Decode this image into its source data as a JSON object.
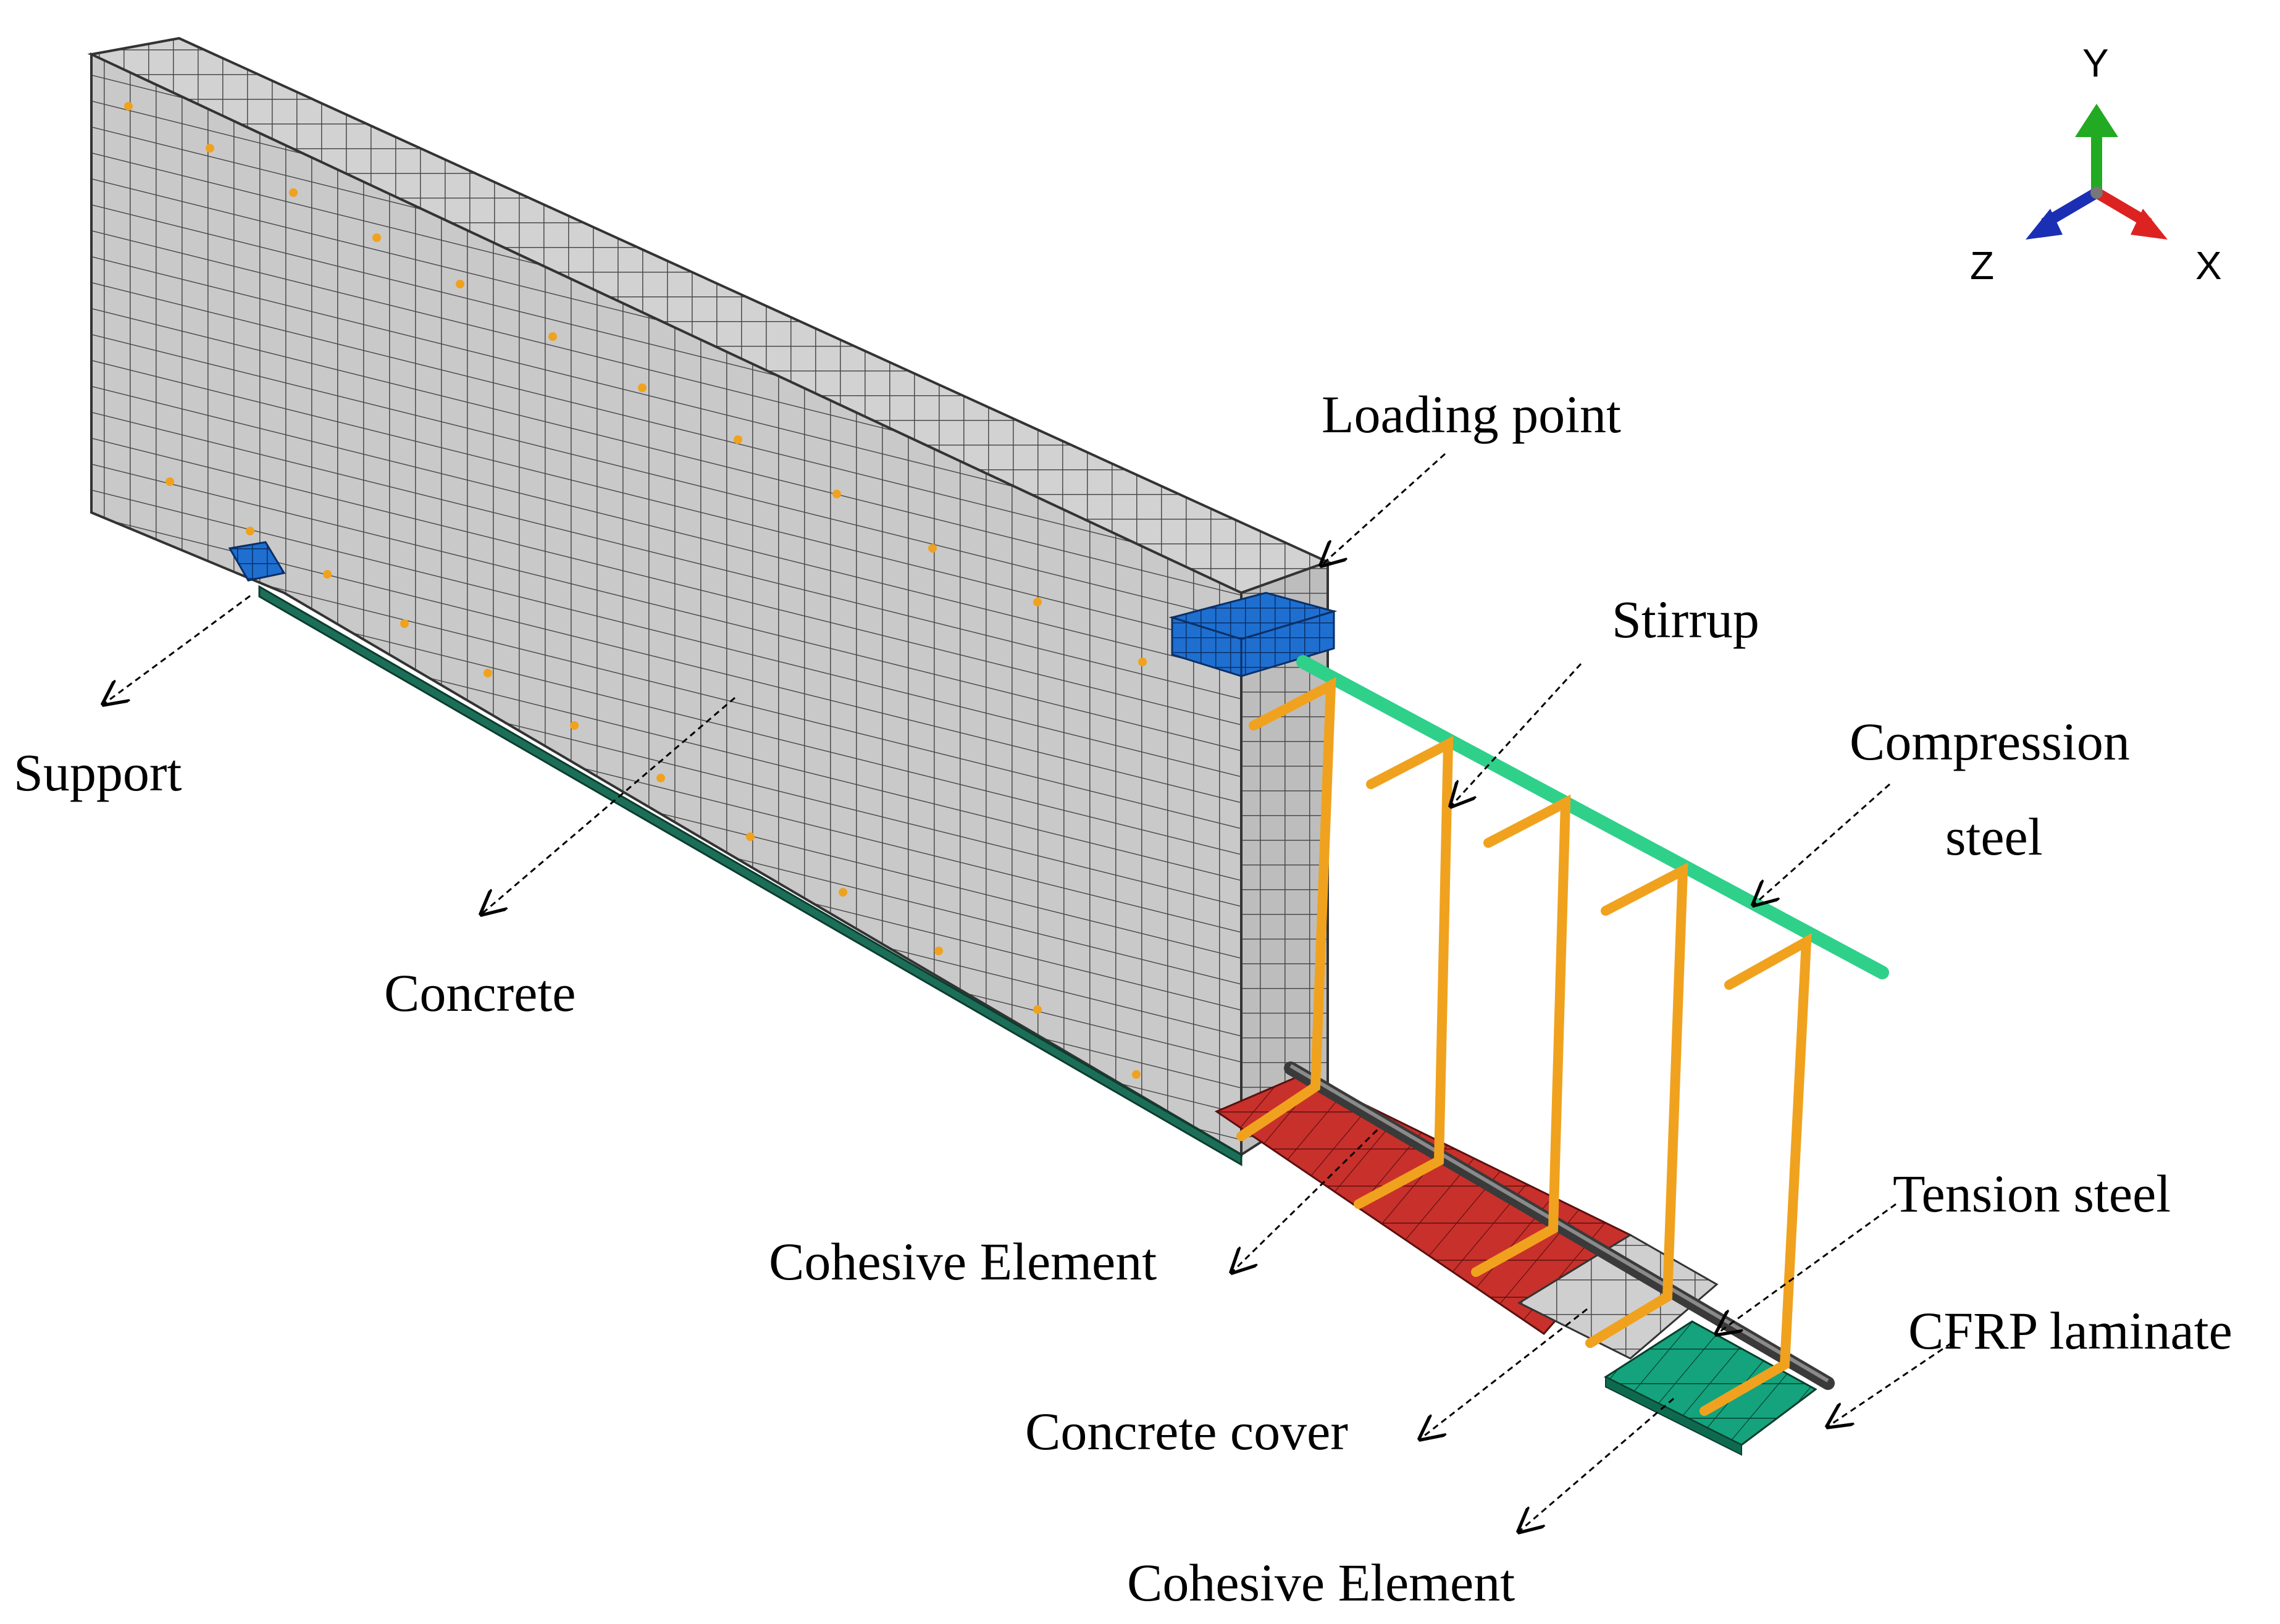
{
  "labels": {
    "loading_point": "Loading point",
    "stirrup": "Stirrup",
    "compression_steel_line1": "Compression",
    "compression_steel_line2": "steel",
    "support": "Support",
    "concrete": "Concrete",
    "cohesive_element_upper": "Cohesive Element",
    "tension_steel": "Tension steel",
    "cfrp_laminate": "CFRP laminate",
    "concrete_cover": "Concrete cover",
    "cohesive_element_lower": "Cohesive Element"
  },
  "axes": {
    "y": "Y",
    "z": "Z",
    "x": "X"
  },
  "colors": {
    "concrete": "#c6c6c6",
    "loading_point": "#1e6fd0",
    "stirrup": "#f0a21e",
    "compression_steel": "#2fd08a",
    "tension_steel": "#505050",
    "cohesive_upper": "#c8302b",
    "cfrp": "#14a37c",
    "axis_y": "#22aa22",
    "axis_x": "#dd2222",
    "axis_z": "#1b2fb5"
  }
}
